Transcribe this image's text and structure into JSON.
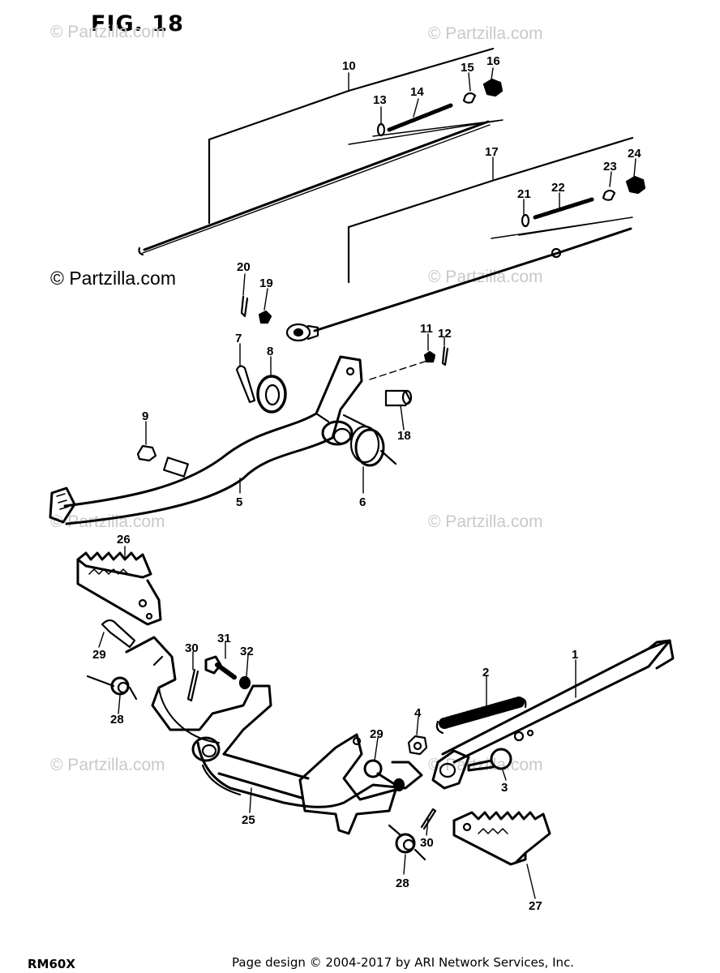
{
  "figure_title": "FIG. 18",
  "model_code": "RM60X",
  "footer": "Page design © 2004-2017 by ARI Network Services, Inc.",
  "watermarks": {
    "light": "© Partzilla.com",
    "dark": "© Partzilla.com"
  },
  "callouts": {
    "c1": "1",
    "c2": "2",
    "c3": "3",
    "c4": "4",
    "c5": "5",
    "c6": "6",
    "c7": "7",
    "c8": "8",
    "c9": "9",
    "c10": "10",
    "c11": "11",
    "c12": "12",
    "c13": "13",
    "c14": "14",
    "c15": "15",
    "c16": "16",
    "c17": "17",
    "c18": "18",
    "c19": "19",
    "c20": "20",
    "c21": "21",
    "c22": "22",
    "c23": "23",
    "c24": "24",
    "c25": "25",
    "c26": "26",
    "c27": "27",
    "c28a": "28",
    "c28b": "28",
    "c29a": "29",
    "c29b": "29",
    "c30a": "30",
    "c30b": "30",
    "c31": "31",
    "c32": "32"
  }
}
